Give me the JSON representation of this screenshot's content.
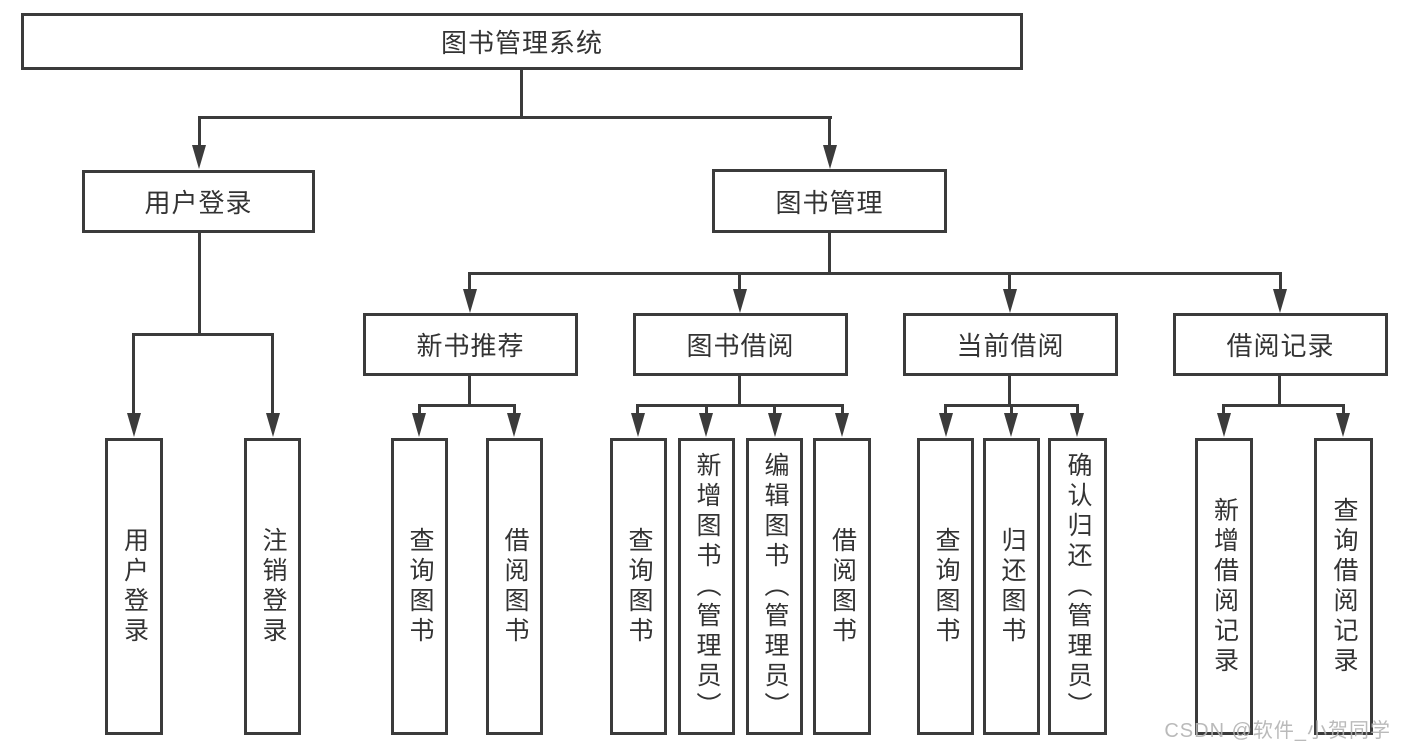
{
  "tree": {
    "label": "图书管理系统",
    "children": [
      {
        "label": "用户登录",
        "children": [
          {
            "label": "用户登录"
          },
          {
            "label": "注销登录"
          }
        ]
      },
      {
        "label": "图书管理",
        "children": [
          {
            "label": "新书推荐",
            "children": [
              {
                "label": "查询图书"
              },
              {
                "label": "借阅图书"
              }
            ]
          },
          {
            "label": "图书借阅",
            "children": [
              {
                "label": "查询图书"
              },
              {
                "label": "新增图书（管理员）"
              },
              {
                "label": "编辑图书（管理员）"
              },
              {
                "label": "借阅图书"
              }
            ]
          },
          {
            "label": "当前借阅",
            "children": [
              {
                "label": "查询图书"
              },
              {
                "label": "归还图书"
              },
              {
                "label": "确认归还（管理员）"
              }
            ]
          },
          {
            "label": "借阅记录",
            "children": [
              {
                "label": "新增借阅记录"
              },
              {
                "label": "查询借阅记录"
              }
            ]
          }
        ]
      }
    ]
  },
  "watermark": "CSDN @软件_小贺同学",
  "colors": {
    "line": "#3b3b3b",
    "text": "#333333",
    "background": "#ffffff",
    "watermark": "#b3b3b3"
  }
}
